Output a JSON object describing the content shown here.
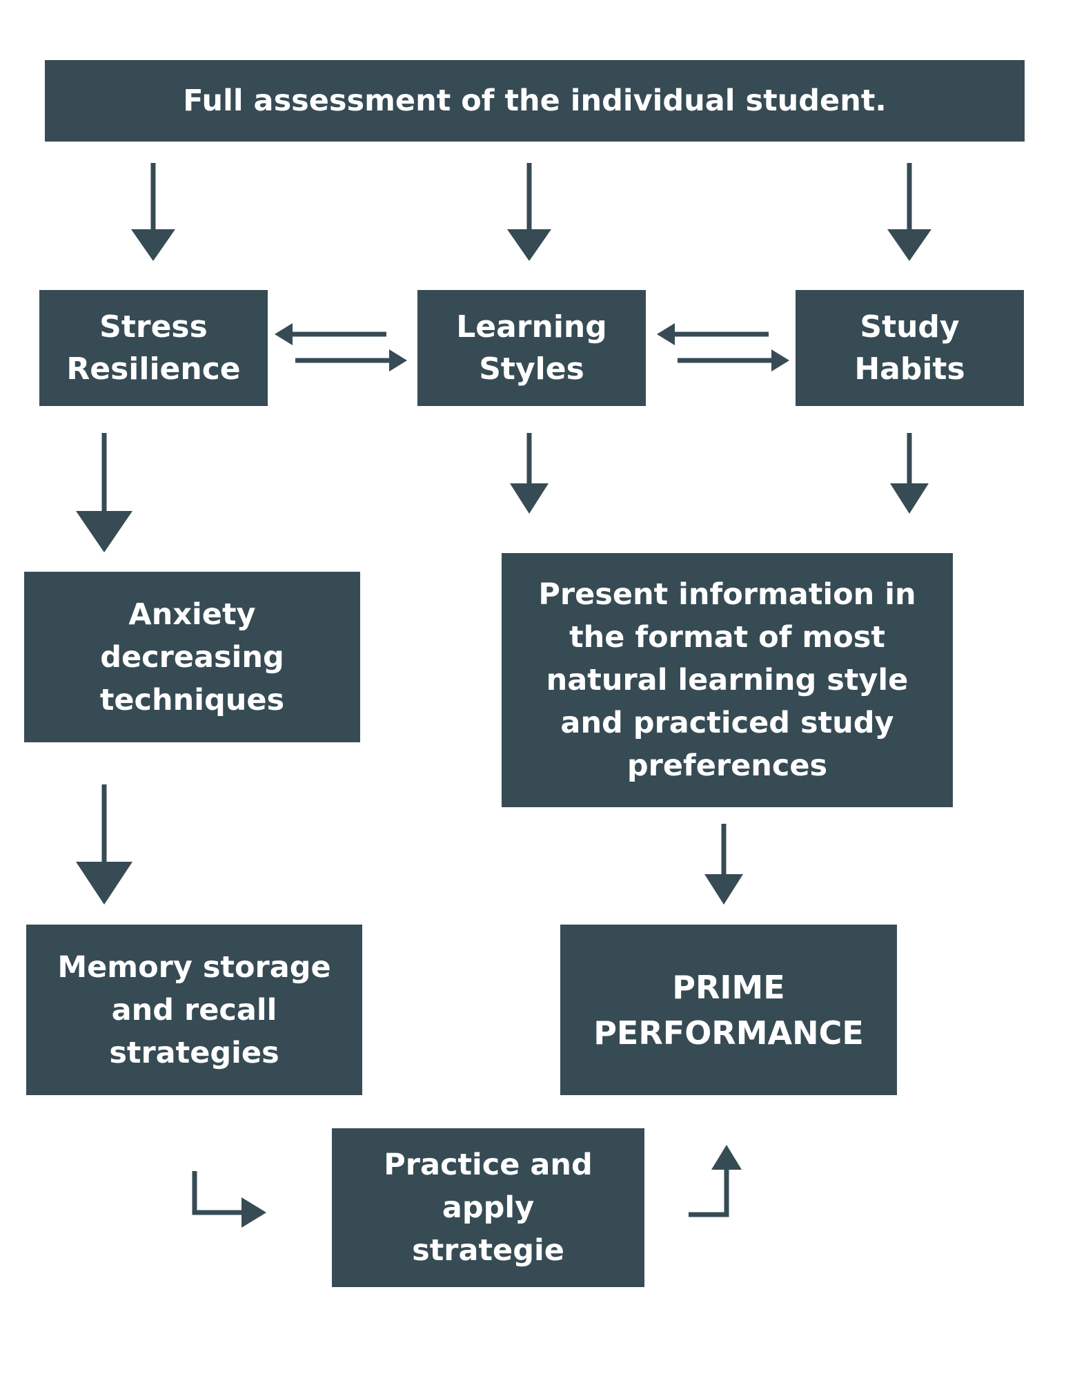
{
  "colors": {
    "box_fill": "#374b54",
    "box_text": "#ffffff",
    "arrow": "#374b54",
    "background": "#ffffff"
  },
  "boxes": {
    "assessment": "Full assessment of the individual student.",
    "stress": "Stress\nResilience",
    "learning": "Learning\nStyles",
    "study": "Study\nHabits",
    "anxiety": "Anxiety\ndecreasing\ntechniques",
    "present": "Present information in\nthe format of most\nnatural learning style\nand practiced study\npreferences",
    "memory": "Memory storage\nand recall\nstrategies",
    "prime": "PRIME\nPERFORMANCE",
    "practice": "Practice and\napply\nstrategie"
  }
}
